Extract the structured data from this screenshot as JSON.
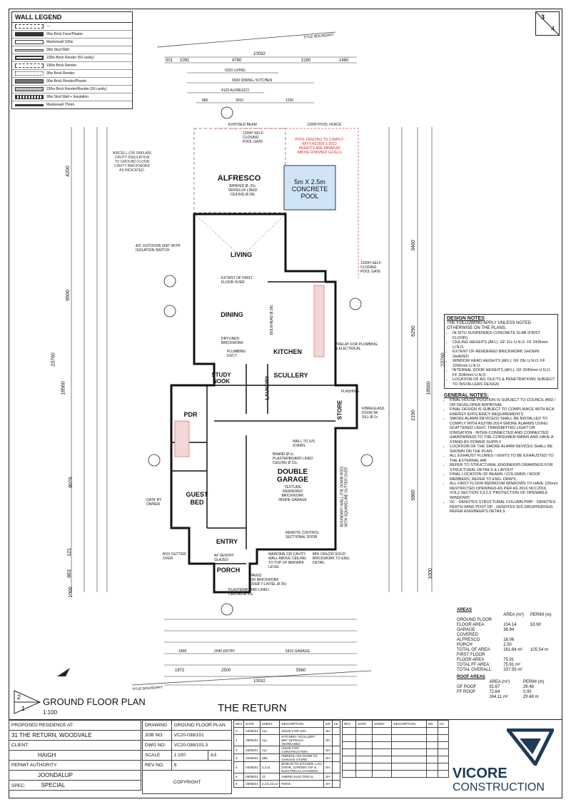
{
  "legend": {
    "title": "WALL LEGEND",
    "items": [
      "---",
      "90w Brick Face/Plaster",
      "Masterwall 165w",
      "90w Stud Wall",
      "230w Brick Render (50 cavity)",
      "190w Brick Render",
      "90w Brick Render",
      "90w Brick Render/Plaster",
      "230w Brick Render/Render (50 cavity)",
      "90w Stud Wall + Insulation",
      "Masterwall 75mm"
    ]
  },
  "sheet": {
    "number": "3",
    "total": "4"
  },
  "title_boundary": "TITLE BOUNDARY",
  "dims_top": {
    "overall": "10032",
    "segs": [
      "501",
      "1091",
      "4780",
      "2180",
      "1480"
    ],
    "living": "6320 LIVING",
    "dining": "6500 DINING / KITCHEN",
    "alfresco": "4120 ALFRESCO",
    "a1": "3010",
    "a2": "880",
    "a3": "1230"
  },
  "dims_left": {
    "total": "23760",
    "d4200": "4200",
    "d9500": "9500",
    "d18560": "18560",
    "d8076": "8076",
    "d1000": "1000",
    "d863": "863",
    "d121": "121"
  },
  "dims_right": {
    "total": "23760",
    "d3460": "3460",
    "d6290": "6290",
    "d2190": "2190",
    "d18560": "18560",
    "d5860": "5860",
    "d1000": "1000"
  },
  "dims_bottom": {
    "overall": "10032",
    "d1972": "1972",
    "d2500": "2500",
    "d5560": "5560",
    "garage": "5410 GARAGE",
    "entry": "2040 ENTRY",
    "d1868": "1868"
  },
  "rooms": {
    "alfresco": "ALFRESCO",
    "alfresco_sub": "B/PAVED Ø -01c\nVERSILUX LINED\nCEILING Ø 28c",
    "pool": "5m X 2.5m\nCONCRETE\nPOOL",
    "living": "LIVING",
    "dining": "DINING",
    "kitchen": "KITCHEN",
    "scullery": "SCULLERY",
    "laundry": "LAUNDRY",
    "study": "STUDY\nNOOK",
    "pdr": "PDR",
    "guest": "GUEST\nBED",
    "entry": "ENTRY",
    "porch": "PORCH",
    "garage": "DOUBLE\nGARAGE",
    "garage_sub": "TEXTURE\nRENDERED\nBRICKWORK\nINSIDE GARAGE",
    "store": "STORE"
  },
  "callouts": {
    "aircell": "AIRCELL (OR SIMILAR)\nCAVITY INSULATION\nTO GROUND FLOOR\nCAVITY BRICKWORK\nAS INDICATED.",
    "pool_fence": "POOL FENCING TO COMPLY\nWITH AS1926.1-2012\nHEIGHTS ARE MINIMUM\nABOVE FINISHED LEVELS",
    "pool_fence_top": "1200H POOL FENCE",
    "exposed_beam": "EXPOSED BEAM",
    "pool_gate": "1200H SELF-\nCLOSING\nPOOL GATE",
    "pool_gate2": "1200H SELF-\nCLOSING\nPOOL GATE",
    "ac_outdoor": "A/C OUTDOOR UNIT WITH\nISOLATION SWITCH",
    "extent_first": "EXTENT OF FIRST\nFLOOR OVER",
    "drylined": "DRYLINED\nBRICKWORK",
    "plumbing": "PLUMBING\nDUCT",
    "fibreglass": "FIBREGLASS\nDOOR W/\nSILL Ø-1c",
    "wall_stairs": "WALL TO U/S\nSTAIRS",
    "brand": "BRAND Ø-1c\nPLASTERBOARD LINED\nCEILING Ø 31c",
    "remote": "REMOTE CONTROL\nSECTIONAL DOOR",
    "maintain": "MAINTAIN 230 CAVITY\nWALL ABOVE CEILING\nTO TOP OF BRKWRK\nLEVEL",
    "min_solid": "MIN 190x230 SOLID\nBRICKWORK TO ENG.\nDETAIL",
    "porch_sub": "PAVED\n190 BRICKWORK\nOVER T-LINTEL Ø 25c",
    "plasterboard": "PLASTERBOARD LINED\nCEILING Ø 31c",
    "box_gutter": "BOX GUTTER\nOVER",
    "gate_owner": "GATE BY\nOWNER",
    "af_sentry": "AF SENTRY\nGLAZED",
    "flashing": "FLASHING",
    "prelay": "PRELAY FOR PLUMBING\n& ELECTRICAL",
    "bulkhead": "BULKHEAD Ø 28c",
    "boundary_wall": "BOUNDARY WALL (TIE DOWN ROD)\nWITH SQUARELINE GUTTER OVER",
    "title_boundary2": "TITLE BOUNDARY"
  },
  "design_notes": {
    "title": "DESIGN NOTES",
    "intro": "THE FOLLOWING APPLY UNLESS NOTED OTHERWISE ON THE PLANS.",
    "items": [
      "IN-SITU SUSPENDED CONCRETE SLAB (FIRST FLOOR)",
      "CEILING HEIGHTS (AFL): GF 31c U.N.O. FF 2435mm U.N.O.",
      "EXTENT OF RENDERED BRICKWORK SHOWN SHADED",
      "WINDOW HEAD HEIGHTS (AFL): GF 28c U.N.O. FF 2200mm U.N.O.",
      "INTERNAL DOOR HEIGHTS (AFL): GF 2040mm U.N.O. FF 2040mm U.N.O.",
      "LOCATION OF A/C DUCTS & PENETRATIONS SUBJECT TO INSTALLERS DESIGN"
    ]
  },
  "general_notes": {
    "title": "GENERAL NOTES:",
    "items": [
      "FINAL HOUSE POSITION IS SUBJECT TO COUNCIL AND / OR DEVELOPER APPROVAL",
      "FINAL DESIGN IS SUBJECT TO COMPLIANCE WITH BCA ENERGY EFFICIENCY REQUIREMENTS",
      "SMOKE ALARM DEVICE(S) SHALL BE INSTALLED TO COMPLY WITH AS3786-2014 SMOKE ALARMS USING SCATTERED LIGHT, TRANSMITTED LIGHT OR IONISATION - INTER-CONNECTED AND CONNECTED (HARDWIRED) TO THE CONSUMER MAINS AND HAVE A STAND-BY POWER SUPPLY",
      "LOCATION OF THE SMOKE ALARM DEVICES SHALL BE SHOWN ON THE PLAN",
      "ALL EXHAUST FLUMES / VENTS TO BE EXHAUSTED TO THE EXTERNAL AIR",
      "REFER TO STRUCTURAL ENGINEERS DRAWINGS FOR STRUCTURAL DETAILS & LAYOUT",
      "FINAL LOCATION OF BEAMS / COLUMNS / ROOF MEMBERS, REFER TO ENG. DRW'S.",
      "ALL FIRST FLOOR BEDROOM WINDOWS TO HAVE 125mm RESTRICTED OPENINGS AS PER AS 2016 NCC2016, VOL2 SECTION 3.9.2.5 'PROTECTION OF OPENABLE WINDOWS'",
      "SC - DENOTES STRUCTURAL COLUMN PWP - DENOTES PERTH WIND POST DP - DENOTES 50S DROPPER/SHS REFER ENGINEER'S DETAILS"
    ]
  },
  "areas": {
    "title": "AREAS",
    "header": [
      "AREA (m²)",
      "PERIM (m)"
    ],
    "rows": [
      [
        "GROUND FLOOR",
        "",
        " "
      ],
      [
        "FLOOR AREA",
        "104.14",
        "53.90"
      ],
      [
        "GARAGE",
        "36.94",
        ""
      ],
      [
        "COVERED",
        "",
        " "
      ],
      [
        "ALFRESCO",
        "18.06",
        ""
      ],
      [
        "PORCH",
        "2.50",
        ""
      ],
      [
        "TOTAL GF AREA:",
        "161.64 m²",
        "105.54 m"
      ],
      [
        "FIRST FLOOR",
        "",
        ""
      ],
      [
        "FLOOR AREA",
        "75.91",
        ""
      ],
      [
        "TOTAL FF AREA:",
        "75.91 m²",
        ""
      ],
      [
        "TOTAL OVERALL:",
        "237.55 m²",
        ""
      ]
    ],
    "roof_title": "ROOF AREAS",
    "roof_rows": [
      [
        "GF ROOF",
        "91.67",
        "29.48"
      ],
      [
        "FF ROOF",
        "72.64",
        "0.00"
      ],
      [
        "",
        "164.11 m²",
        "29.48 m"
      ]
    ]
  },
  "plan_title": {
    "num_top": "2",
    "num_bot": "1",
    "title": "GROUND FLOOR PLAN",
    "scale": "1:100"
  },
  "project_name": "THE RETURN",
  "title_block": {
    "residence_label": "PROPOSED RESIDENCE AT:",
    "address": "31 THE RETURN, WOODVALE",
    "client_label": "CLIENT:",
    "client": "HAIGH",
    "permit_label": "PERMIT AUTHORITY:",
    "permit": "JOONDALUP",
    "spec_label": "SPEC:",
    "spec": "SPECIAL",
    "drawing_label": "DRAWING",
    "drawing": "GROUND FLOOR PLAN",
    "job_label": "JOB NO:",
    "job": "VC20-038/101",
    "dwg_label": "DWG NO:",
    "dwg": "VC20-038/101.3",
    "scale_label": "SCALE",
    "scale": "1:100",
    "size": "A3",
    "rev_label": "REV NO:",
    "rev": "6",
    "copyright": "COPYRIGHT"
  },
  "revisions": {
    "header": [
      "REV",
      "DATE",
      "SHEET",
      "DESCRIPTION",
      "DR",
      "CK"
    ],
    "rows": [
      [
        "0",
        "10/05/21",
        "ALL",
        "ISSUE FOR CDC",
        "SH",
        ""
      ],
      [
        "1",
        "29/05/21",
        "ALL",
        "KITCHEN / SCULLERY BEF SETBACK INCREASED",
        "SH",
        ""
      ],
      [
        "2",
        "26/05/21",
        "ALL",
        "ISSUE FOR CONSTRUCTION",
        "SH",
        ""
      ],
      [
        "3",
        "20/06/21",
        "3&6",
        "FIBREGLASS DOOR TO GARAGE STORE",
        "SH",
        ""
      ],
      [
        "4",
        "04/08/21",
        "2,3,11",
        "B/HEAD TO KITCHEN, LAU DOOR, GARDEN TAP & ELECTRICAL CHANGES",
        "SH",
        ""
      ],
      [
        "5",
        "06/08/21",
        "12",
        "AMEND ELECTRICAL",
        "SH",
        ""
      ],
      [
        "6",
        "25/08/21",
        "2,3,5,10,13",
        "ROHS",
        "SH",
        ""
      ]
    ],
    "header2": [
      "REV",
      "DATE",
      "SHEET",
      "DESCRIPTION",
      "DR",
      "CK"
    ]
  },
  "brand": {
    "line1": "VICORE",
    "line2": "CONSTRUCTION"
  },
  "colors": {
    "pool": "#cfe4f7",
    "fence": "#d9534f",
    "line": "#222222",
    "brand": "#1d3a56"
  }
}
